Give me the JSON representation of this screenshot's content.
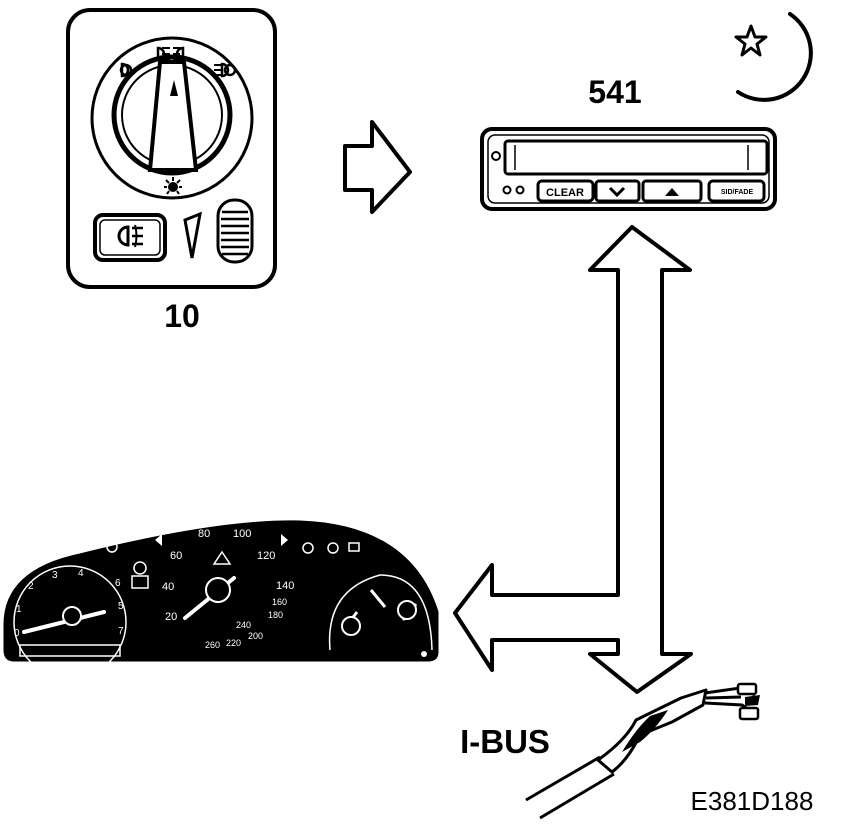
{
  "labels": {
    "switch_number": "10",
    "display_number": "541",
    "bus_label": "I-BUS",
    "figure_ref": "E381D188"
  },
  "display_unit": {
    "clear_button": "CLEAR",
    "right_button": "SID/FADE"
  },
  "cluster": {
    "tach_ticks": [
      "0",
      "1",
      "2",
      "3",
      "4",
      "5",
      "6",
      "7"
    ],
    "speed_ticks": [
      "20",
      "40",
      "60",
      "80",
      "100",
      "120",
      "140",
      "160",
      "180",
      "200",
      "220",
      "240",
      "260"
    ]
  },
  "icons": [
    "headlamp-switch-icon",
    "fog-light-icon",
    "arrow-right-icon",
    "moon-star-icon",
    "double-arrow-icon",
    "i-bus-cable-icon"
  ]
}
